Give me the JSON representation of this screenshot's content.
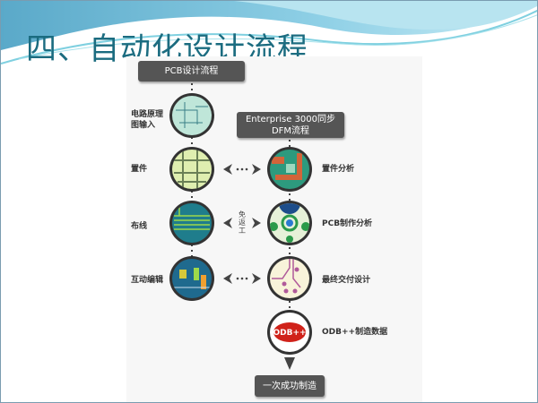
{
  "slide_title": "四、自动化设计流程",
  "flow": {
    "pcb_header": "PCB设计流程",
    "dfm_header_line1": "Enterprise 3000同步",
    "dfm_header_line2": "DFM流程",
    "left_steps": [
      "电路原理",
      "图输入",
      "置件",
      "布线",
      "互动编辑"
    ],
    "right_steps": [
      "置件分析",
      "PCB制作分析",
      "最终交付设计",
      "ODB++制造数据"
    ],
    "middle_note": "免返工",
    "odb_logo": "ODB++",
    "final_box": "一次成功制造"
  },
  "colors": {
    "title": "#1b6c80",
    "box": "#555555",
    "wave": "#5fb8d6"
  }
}
